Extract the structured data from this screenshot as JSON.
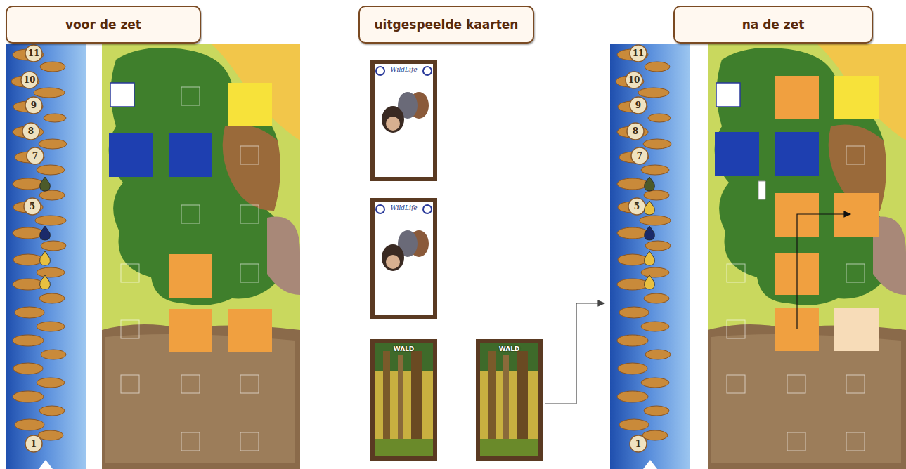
{
  "diagram": {
    "nodes": [
      {
        "text": [
          "voor de zet"
        ]
      },
      {
        "text": [
          "uitgespeelde kaarten"
        ]
      },
      {
        "text": [
          "na de zet"
        ]
      },
      {
        "text": [
          "WildLife"
        ]
      },
      {
        "text": [
          "WildLife"
        ]
      },
      {
        "text": [
          "WALD"
        ]
      },
      {
        "text": [
          "WALD"
        ]
      }
    ],
    "labels": [
      "11",
      "10",
      "9",
      "8",
      "7",
      "5",
      "1",
      "11",
      "10",
      "9",
      "8",
      "7",
      "5",
      "1"
    ]
  }
}
